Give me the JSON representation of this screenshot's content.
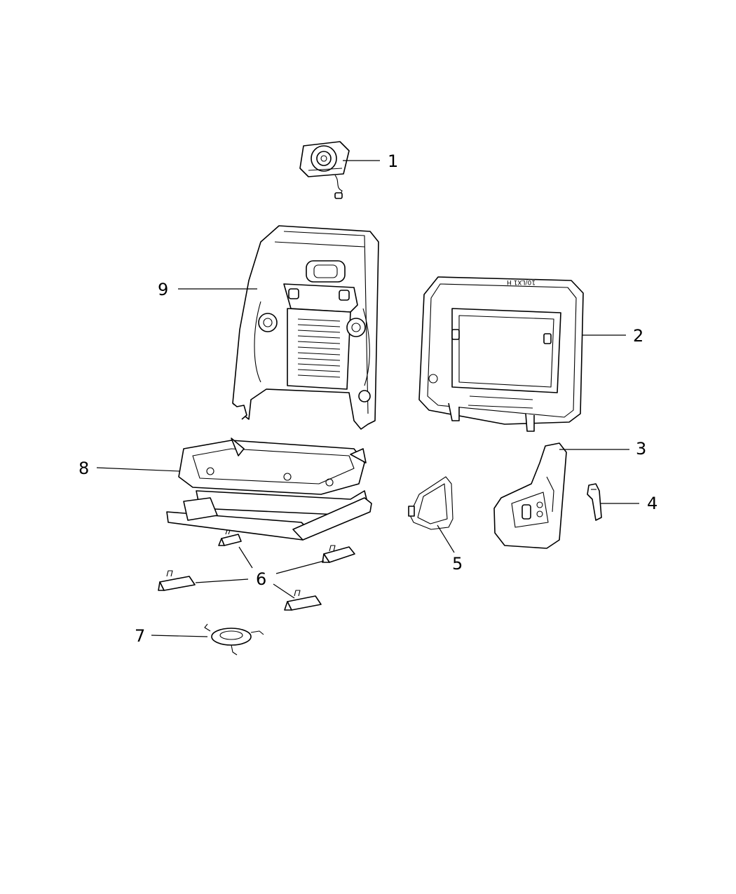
{
  "callouts": {
    "c1": "1",
    "c2": "2",
    "c3": "3",
    "c4": "4",
    "c5": "5",
    "c6": "6",
    "c7": "7",
    "c8": "8",
    "c9": "9"
  },
  "part_stamps": {
    "seatback_panel_text": "10/LX1 H"
  }
}
